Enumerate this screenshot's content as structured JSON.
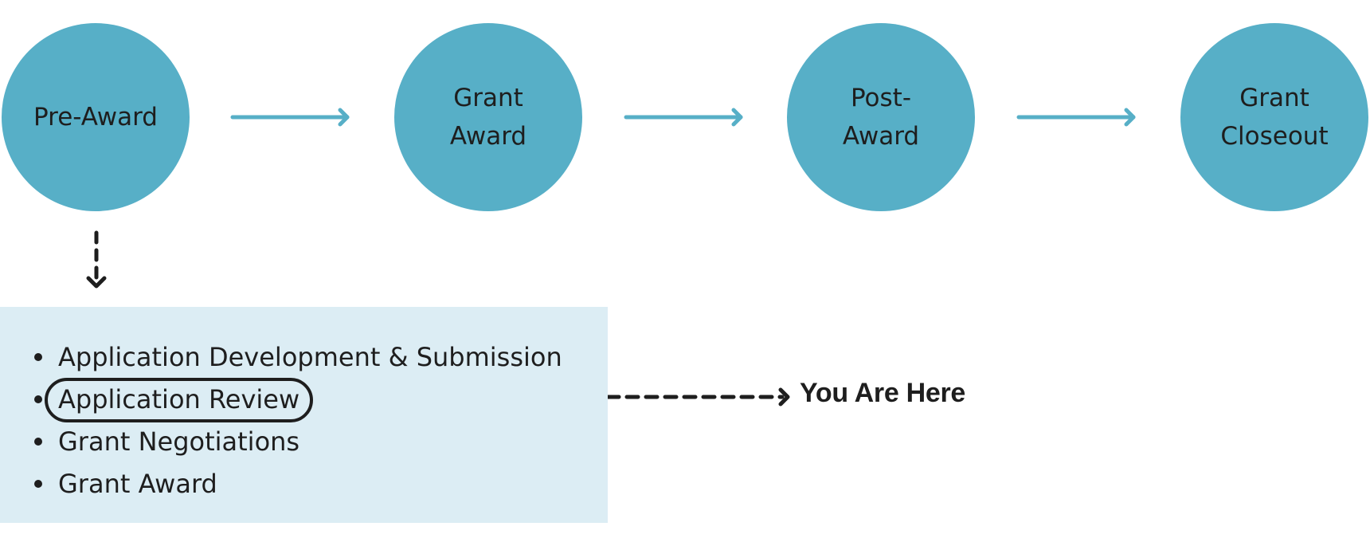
{
  "stages": [
    {
      "label": "Pre-Award"
    },
    {
      "label": "Grant Award"
    },
    {
      "label": "Post-Award"
    },
    {
      "label": "Grant Closeout"
    }
  ],
  "substeps": {
    "items": [
      {
        "label": "Application Development & Submission"
      },
      {
        "label": "Application Review"
      },
      {
        "label": "Grant Negotiations"
      },
      {
        "label": "Grant Award"
      }
    ],
    "current_index": 1
  },
  "marker": {
    "label": "You Are Here"
  },
  "colors": {
    "stage_fill": "#57afc7",
    "arrow": "#57afc7",
    "substeps_bg": "#dcedf4",
    "text": "#1e1e1e"
  }
}
